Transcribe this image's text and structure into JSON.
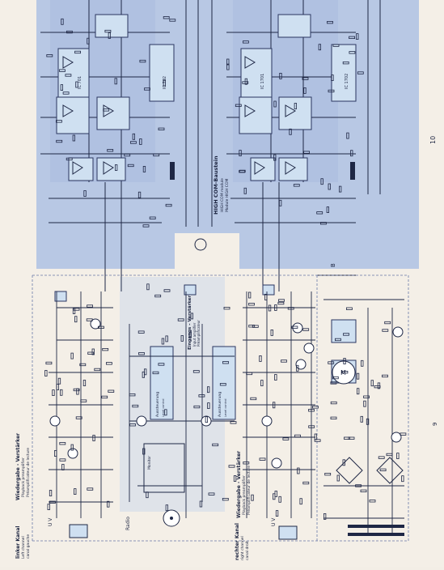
{
  "colors": {
    "paper": "#f4efe7",
    "ink": "#1e2745",
    "blue_zone": "#b9c9e4",
    "blue_zone_dark": "#9fb4d8",
    "cyan_block": "#cfe1f1",
    "block_outline": "#2a3560"
  },
  "diagram": {
    "page_number": "10",
    "page_mark_bottom": "9",
    "top_module": {
      "title": "HIGH COM-Baustein",
      "subtitle_en": "HIGH COM module",
      "subtitle_fr": "Module HIGH COM",
      "ic_left_a": "IC 701",
      "ic_left_b": "IC 702",
      "ic_right_a": "IC 1701",
      "ic_right_b": "IC 1702"
    },
    "left_bottom": {
      "title": "Wiedergabe - Verstärker",
      "subtitle_en": "Playback preamplifier",
      "subtitle_fr": "Préamplificateur de lecture",
      "channel_label": "linker Kanal",
      "channel_en": "Left channel",
      "channel_fr": "canal gauche",
      "uv_label": "U V"
    },
    "center_bottom": {
      "input_amp": "Eingangs - Verstärker",
      "input_amp_en": "Input amplifier",
      "input_amp_fr": "Préamplificateur",
      "aussteuerung_left": "Aussteuerung",
      "aussteuerung_left_en": "Level control",
      "aussteuerung_right": "Aussteuerung",
      "aussteuerung_right_en": "Level control",
      "radio_label": "Radio",
      "switch_label": "Monitor"
    },
    "right_bottom": {
      "title": "Wiedergabe - Verstärker",
      "subtitle_en": "Playback preamplifier",
      "subtitle_fr": "Préamplificateur de lecture",
      "channel_label": "rechter Kanal",
      "channel_en": "right channel",
      "channel_fr": "canal droit",
      "uv_label": "U V",
      "b_label": "B",
      "motor_label": "M"
    }
  }
}
